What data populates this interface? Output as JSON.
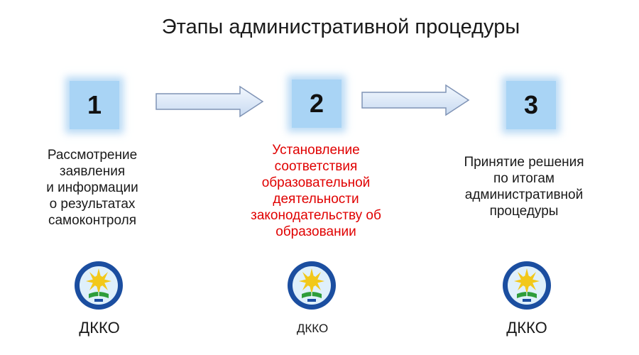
{
  "title": "Этапы административной процедуры",
  "stages": [
    {
      "number": "1",
      "lines": [
        "Рассмотрение",
        "заявления",
        "и информации",
        "о результатах",
        "самоконтроля"
      ],
      "highlight": false,
      "org": "ДККО"
    },
    {
      "number": "2",
      "lines": [
        "Установление",
        "соответствия",
        "образовательной",
        "деятельности",
        "законодательству об",
        "образовании"
      ],
      "highlight": true,
      "org": "ДККО"
    },
    {
      "number": "3",
      "lines": [
        "Принятие решения",
        "по итогам",
        "административной",
        "процедуры"
      ],
      "highlight": false,
      "org": "ДККО"
    }
  ],
  "colors": {
    "box_fill": "#a9d4f5",
    "arrow_fill": "#dde9f8",
    "arrow_stroke": "#7f93b5",
    "highlight_text": "#e00000",
    "emblem_ring": "#1b4ea0",
    "emblem_sun": "#f2c81a",
    "emblem_book": "#2e9d3a"
  },
  "icons": [
    "right-arrow-icon",
    "ministry-emblem-icon"
  ]
}
